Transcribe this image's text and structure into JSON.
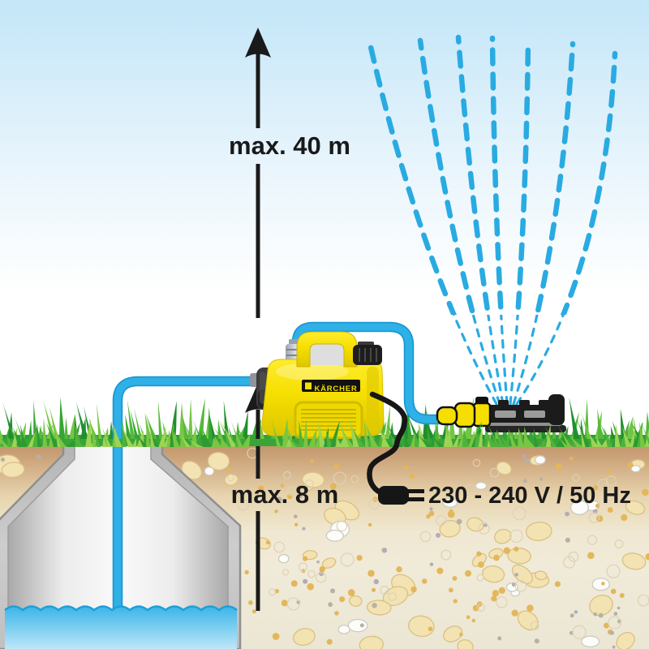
{
  "title": "Garden pump application diagram",
  "labels": {
    "max_delivery_height": "max. 40 m",
    "max_suction_height": "max. 8 m",
    "power_spec": "230 - 240 V / 50 Hz"
  },
  "brand": {
    "name": "KÄRCHER"
  },
  "icons": [
    "delivery-height-arrow-icon",
    "suction-height-arrow-icon",
    "power-plug-icon",
    "spray-water-icon"
  ],
  "colors": {
    "karcher_yellow": "#f6df00",
    "hose_blue": "#2fb1e8",
    "water_blue": "#29abe2",
    "sky_top": "#c3e6f8",
    "grass_green": "#36a534",
    "soil_tan": "#c0966a",
    "soil_light": "#efe9d7",
    "label_text": "#1a1a1a",
    "wall_gray": "#c2c2c2"
  }
}
